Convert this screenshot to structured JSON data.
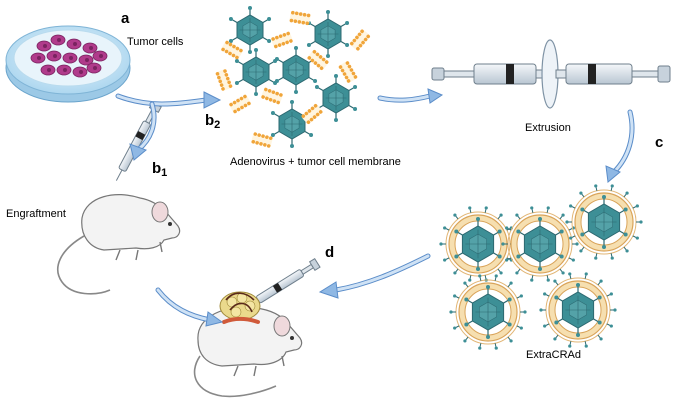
{
  "labels": {
    "tumor_cells": "Tumor cells",
    "adenovirus_membrane": "Adenovirus + tumor cell membrane",
    "extrusion": "Extrusion",
    "engraftment": "Engraftment",
    "extracrad": "ExtraCRAd"
  },
  "steps": {
    "a": {
      "main": "a",
      "sub": ""
    },
    "b1": {
      "main": "b",
      "sub": "1"
    },
    "b2": {
      "main": "b",
      "sub": "2"
    },
    "c": {
      "main": "c",
      "sub": ""
    },
    "d": {
      "main": "d",
      "sub": ""
    }
  },
  "colors": {
    "arrow": "#a9c9ea",
    "arrow_outline": "#5b8dc9",
    "virus_teal": "#3d8f96",
    "virus_dark": "#2c6870",
    "lipid_head": "#f0a53a",
    "membrane_ring": "#f6dfb0",
    "dish": "#cfe6f4",
    "cells": "#b03b8b",
    "mouse": "#f2f2f2",
    "tumor": "#e8d98a"
  }
}
